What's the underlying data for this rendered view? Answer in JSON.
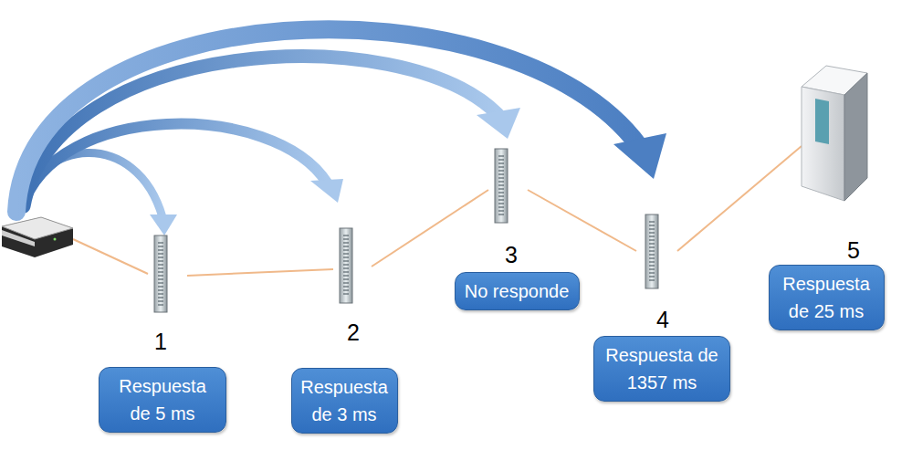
{
  "diagram": {
    "nodes": [
      {
        "text": [
          "Respuesta de 5 ms"
        ]
      },
      {
        "text": [
          "Respuesta de 3 ms"
        ]
      },
      {
        "text": [
          "No responde"
        ]
      },
      {
        "text": [
          "Respuesta de 1357 ms"
        ]
      },
      {
        "text": [
          "Respuesta de 25 ms"
        ]
      }
    ],
    "labels": [
      "1",
      "2",
      "3",
      "4",
      "5"
    ]
  }
}
